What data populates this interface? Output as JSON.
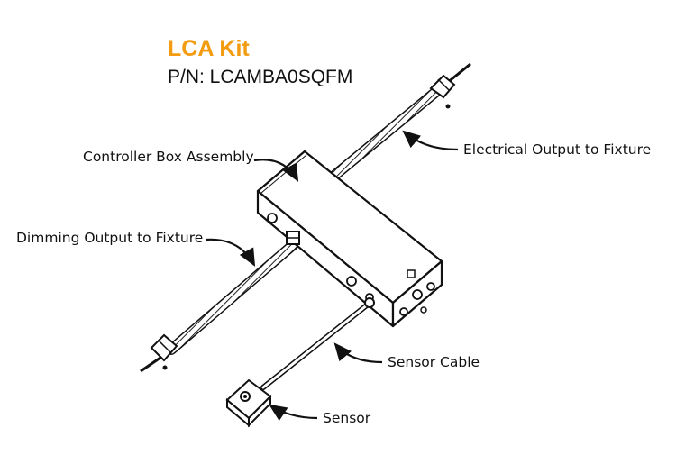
{
  "header": {
    "title": "LCA Kit",
    "part_number": "P/N: LCAMBA0SQFM"
  },
  "labels": {
    "controller_box": "Controller Box Assembly",
    "electrical_output": "Electrical Output to Fixture",
    "dimming_output": "Dimming Output to Fixture",
    "sensor_cable": "Sensor Cable",
    "sensor": "Sensor"
  },
  "colors": {
    "title": "#f39c12",
    "line": "#111111"
  }
}
